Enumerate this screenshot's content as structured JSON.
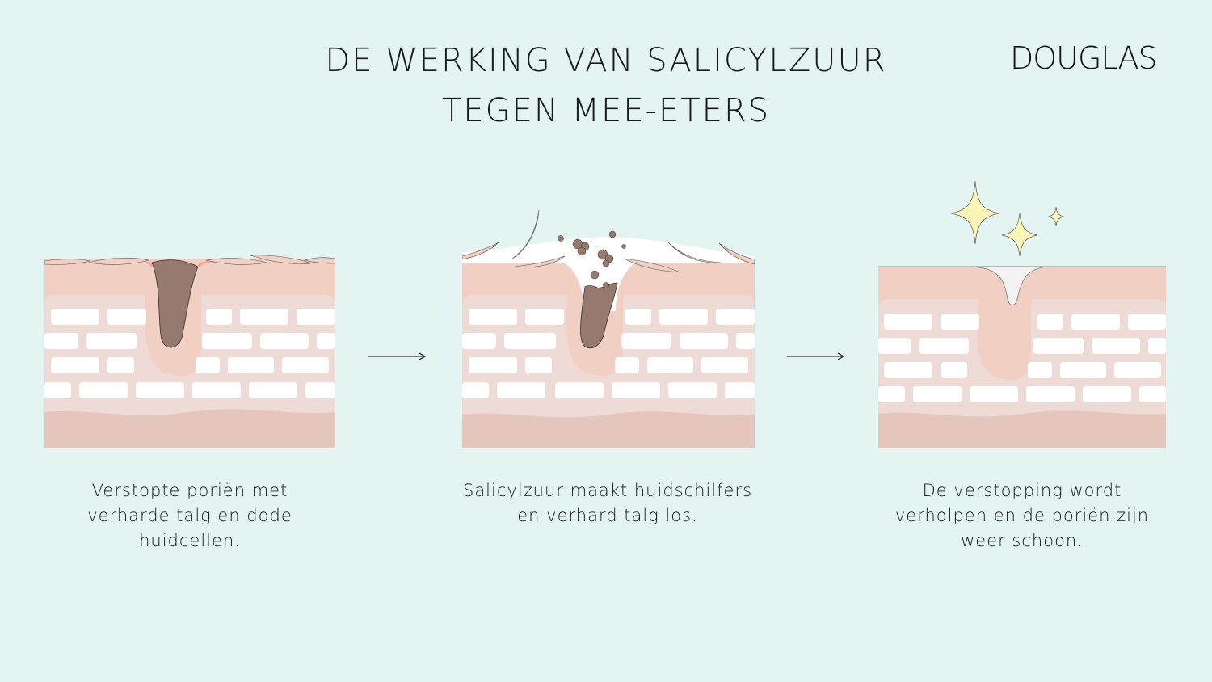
{
  "header": {
    "title_line1": "DE WERKING VAN SALICYLZUUR",
    "title_line2": "TEGEN MEE-ETERS",
    "logo": "DOUGLAS"
  },
  "colors": {
    "background": "#e3f4f3",
    "epidermis": "#f2cfc3",
    "dermis": "#efdbd6",
    "hypodermis": "#e5c6bc",
    "cells": "#ffffff",
    "sebum_plug": "#967a6f",
    "sparkle": "#fbf5b8"
  },
  "steps": [
    {
      "icon": "clogged-pore-illustration",
      "caption_line1": "Verstopte poriën met",
      "caption_line2": "verharde talg en dode",
      "caption_line3": "huidcellen."
    },
    {
      "icon": "exfoliating-pore-illustration",
      "caption_line1": "Salicylzuur maakt huidschilfers",
      "caption_line2": "en verhard talg los.",
      "caption_line3": ""
    },
    {
      "icon": "clean-pore-illustration",
      "caption_line1": "De verstopping wordt",
      "caption_line2": "verholpen en de poriën zijn",
      "caption_line3": "weer schoon."
    }
  ],
  "arrows": [
    "arrow-right-icon",
    "arrow-right-icon"
  ]
}
